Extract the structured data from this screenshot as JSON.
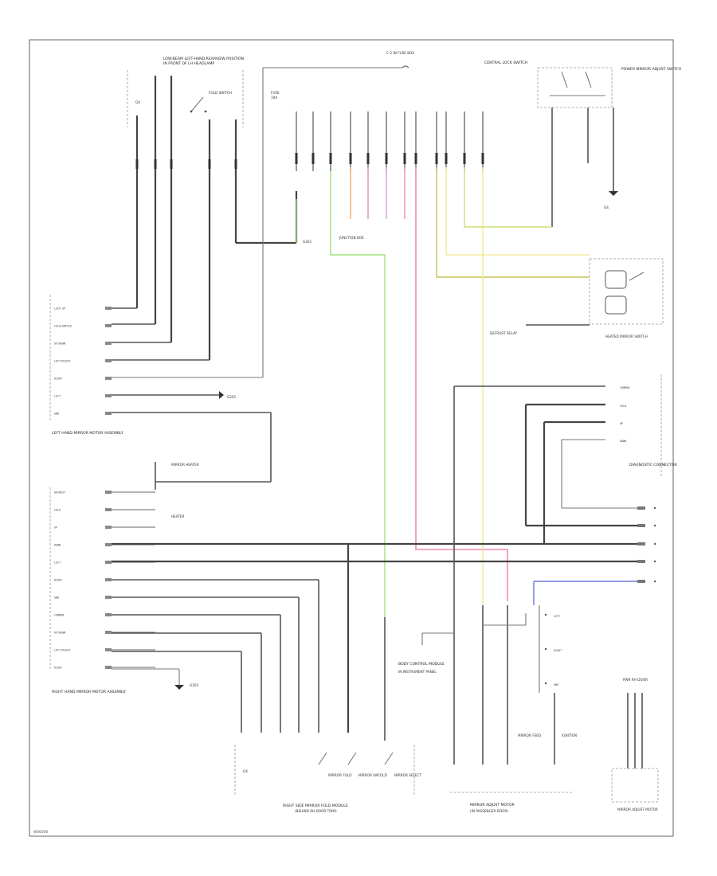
{
  "page": {
    "footer_code": "W00000"
  },
  "colors": {
    "wire_main": "#555555",
    "wire_green": "#9be37a",
    "wire_pink": "#f08cb0",
    "wire_yellow": "#f2e68a",
    "wire_olive": "#c9c35a",
    "wire_blue": "#6b78d8"
  },
  "labels": {
    "top_connector_1": "LOW-BEAM LEFT-HAND REARVIEW POSITION",
    "top_connector_2": "IN FRONT OF LH HEADLAMP",
    "top_fuse": "C-2 IN FUSE BOX",
    "top_switch_note": "FOLD SWITCH",
    "top_left_ground": "G4",
    "fuse_main": "FUSE",
    "fuse_main_amp": "10A",
    "central_switch": "CENTRAL LOCK SWITCH",
    "mirror_adjust_title": "POWER MIRROR ADJUST SWITCH",
    "left_pin_1": "LOCK UP",
    "left_pin_2": "FOLD/UNFOLD",
    "left_pin_3": "UP/DOWN",
    "left_pin_4": "LEFT/RIGHT",
    "left_pin_5": "RIGHT",
    "left_pin_6": "LEFT",
    "left_pin_7": "GND",
    "left_module": "LEFT HAND MIRROR MOTOR ASSEMBLY",
    "left_ground_label": "G201",
    "right_module": "RIGHT HAND MIRROR MOTOR ASSEMBLY",
    "mirror_heater": "MIRROR HEATER",
    "mirror_heater_2": "HEATER",
    "heated_mirror_switch": "HEATED MIRROR SWITCH",
    "rh_pin_1": "DEFROST",
    "rh_pin_2": "FOLD",
    "rh_pin_3": "UP",
    "rh_pin_4": "DOWN",
    "rh_pin_5": "LEFT",
    "rh_pin_6": "RIGHT",
    "rh_pin_7": "GND",
    "rh_pin_8": "COMMON",
    "diagnostic_connector": "DIAGNOSTIC CONNECTOR",
    "junction_box": "JUNCTION BOX",
    "left_door_ground": "G301",
    "body_control_module": "BODY CONTROL MODULE",
    "bcm_sub": "IN INSTRUMENT PANEL",
    "switch_a": "MIRROR FOLD",
    "switch_b": "MIRROR UNFOLD",
    "switch_c": "MIRROR SELECT",
    "bottom_module_left": "RIGHT SIDE MIRROR FOLD MODULE",
    "bottom_module_left_sub": "(BEHIND RH DOOR TRIM)",
    "bottom_module_right": "MIRROR ADJUST MOTOR",
    "bottom_module_right_sub": "(IN PASSENGER DOOR)",
    "feed_block": "MIRROR FEED",
    "defrost_relay": "DEFROST RELAY",
    "pwr_rhd": "PWR RH DOOR",
    "ignition": "IGNITION"
  }
}
